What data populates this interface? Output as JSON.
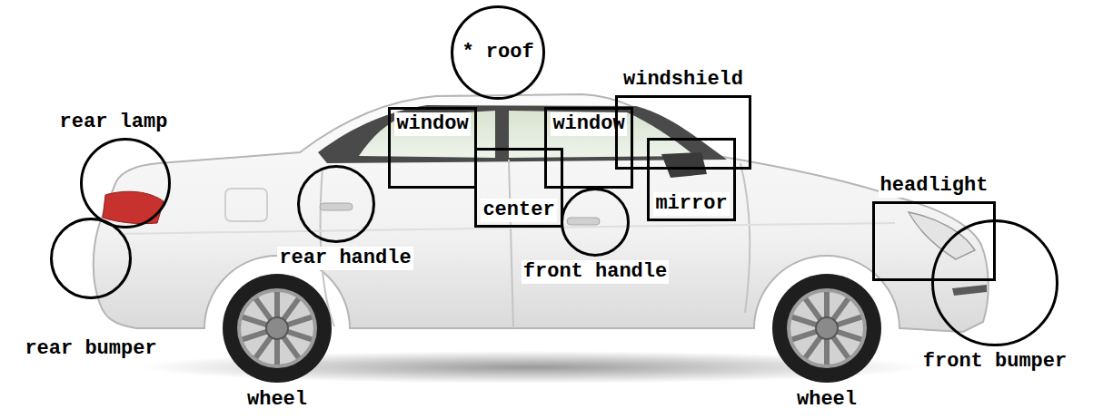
{
  "diagram": {
    "nodes": [
      {
        "text": [
          "* roof"
        ]
      },
      {
        "text": [
          "rear lamp"
        ]
      },
      {
        "text": [
          "window"
        ]
      },
      {
        "text": [
          "window"
        ]
      },
      {
        "text": [
          "windshield"
        ]
      },
      {
        "text": [
          "center"
        ]
      },
      {
        "text": [
          "mirror"
        ]
      },
      {
        "text": [
          "rear handle"
        ]
      },
      {
        "text": [
          "front handle"
        ]
      },
      {
        "text": [
          "headlight"
        ]
      },
      {
        "text": [
          "rear bumper"
        ]
      },
      {
        "text": [
          "front bumper"
        ]
      }
    ],
    "labels": [
      "wheel",
      "wheel"
    ]
  }
}
